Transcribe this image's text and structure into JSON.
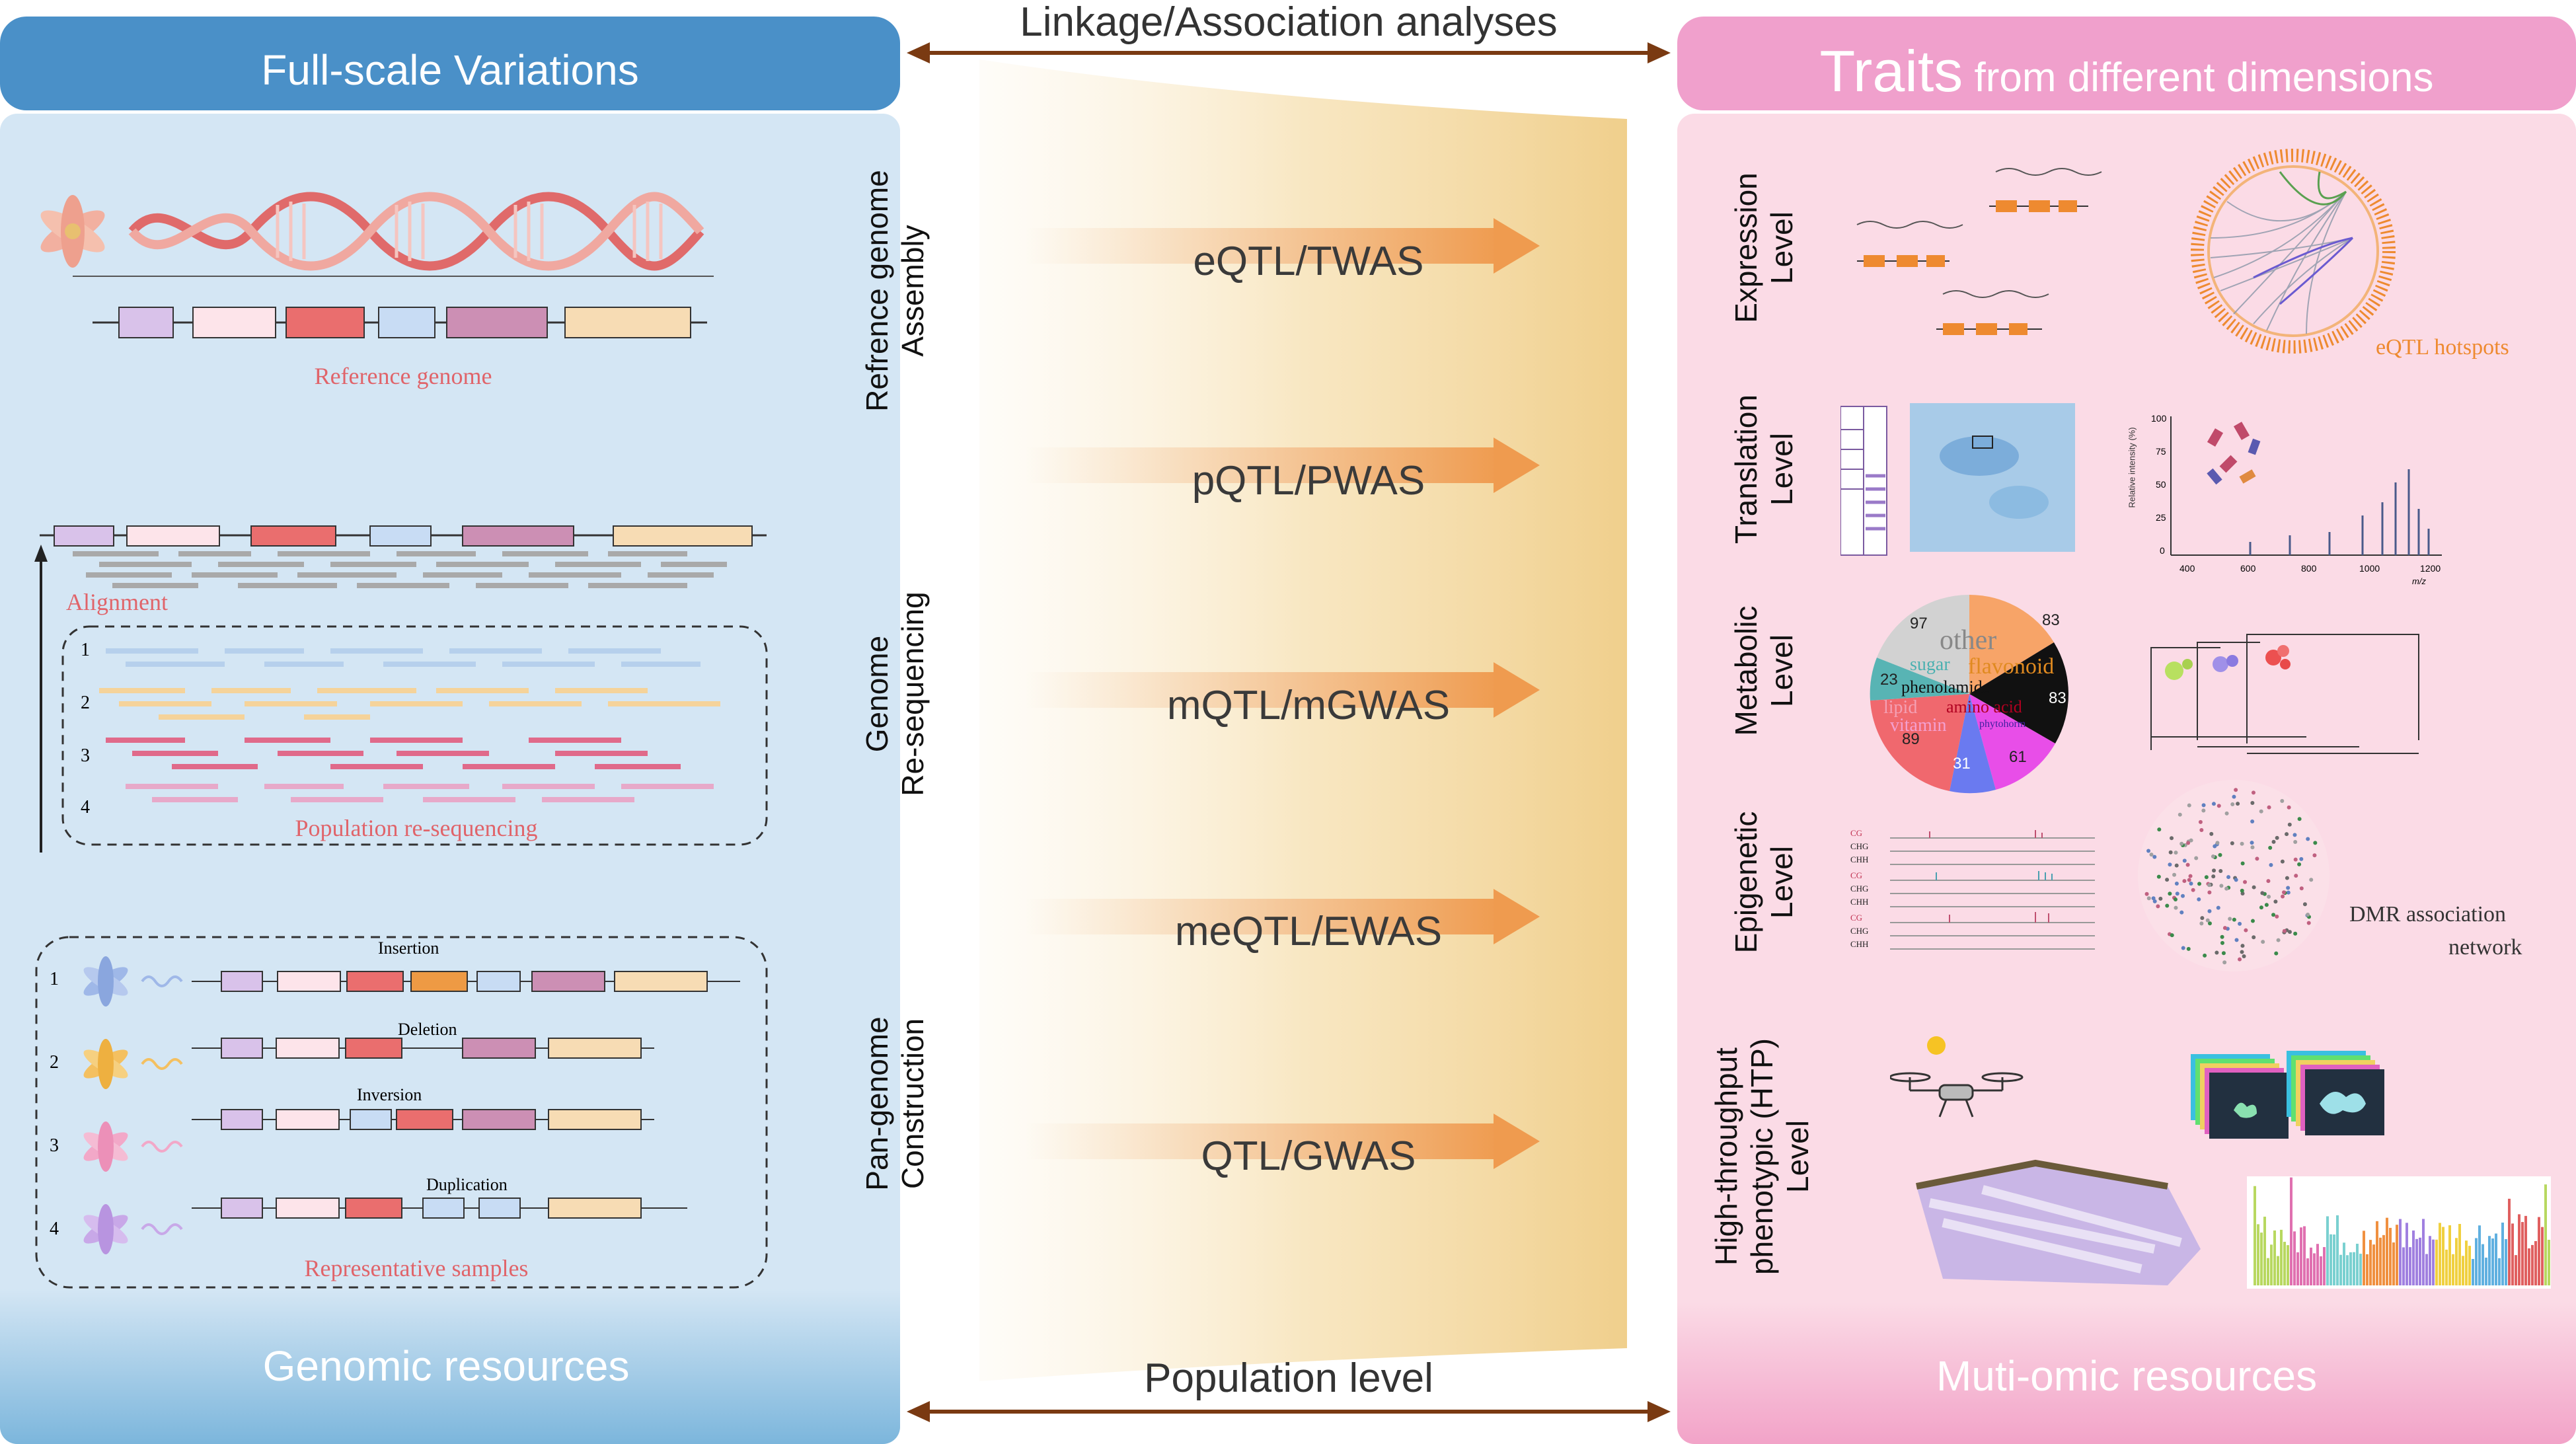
{
  "header": {
    "left_title": "Full-scale  Variations",
    "top_arrow_label": "Linkage/Association analyses",
    "right_title_big": "Traits",
    "right_title_small": " from different dimensions"
  },
  "footer": {
    "left": "Genomic resources",
    "center": "Population level",
    "right": "Muti-omic resources"
  },
  "left_sections": [
    {
      "label_line1": "Refrence genome",
      "label_line2": "Assembly",
      "caption": "Reference genome"
    },
    {
      "label_line1": "Genome",
      "label_line2": "Re-sequencing",
      "caption": "Population re-sequencing",
      "alignment": "Alignment",
      "rows": [
        "1",
        "2",
        "3",
        "4"
      ]
    },
    {
      "label_line1": "Pan-genome",
      "label_line2": "Construction",
      "caption": "Representative samples",
      "rows": [
        "1",
        "2",
        "3",
        "4"
      ],
      "events": [
        "Insertion",
        "Deletion",
        "Inversion",
        "Duplication"
      ]
    }
  ],
  "methods": [
    "eQTL/TWAS",
    "pQTL/PWAS",
    "mQTL/mGWAS",
    "meQTL/EWAS",
    "QTL/GWAS"
  ],
  "right_levels": [
    {
      "line1": "Expression",
      "line2": "Level",
      "annotation": "eQTL hotspots"
    },
    {
      "line1": "Translation",
      "line2": "Level",
      "ms_ylabel": "Relative intensity (%)",
      "ms_yticks": [
        "100",
        "75",
        "50",
        "25",
        "0"
      ],
      "ms_xticks": [
        "400",
        "600",
        "800",
        "1000",
        "1200"
      ],
      "ms_xlabel": "m/z"
    },
    {
      "line1": "Metabolic",
      "line2": "Level",
      "pie_numbers": [
        "83",
        "83",
        "61",
        "31",
        "89",
        "23",
        "97"
      ],
      "pie_words": [
        "other",
        "flavonoid",
        "sugar",
        "phenolamide",
        "lipid",
        "amino acid",
        "vitamin",
        "phytohorm"
      ]
    },
    {
      "line1": "Epigenetic",
      "line2": "Level",
      "annotation_line1": "DMR association",
      "annotation_line2": "network",
      "tracks": [
        "CG",
        "CHG",
        "CHH",
        "CG",
        "CHG",
        "CHH",
        "CG",
        "CHG",
        "CHH"
      ]
    },
    {
      "line1": "High-throughput",
      "line2": "phenotypic (HTP)",
      "line3": "Level"
    }
  ],
  "colors": {
    "blue_header": "#4a90c8",
    "pink_header": "#f0a0cc",
    "left_panel": "#d4e6f4",
    "right_panel": "#fbdbe6",
    "arrow_brown": "#7a3a12",
    "method_arrow": "#ef9b4f",
    "caption_red": "#e0646a"
  }
}
